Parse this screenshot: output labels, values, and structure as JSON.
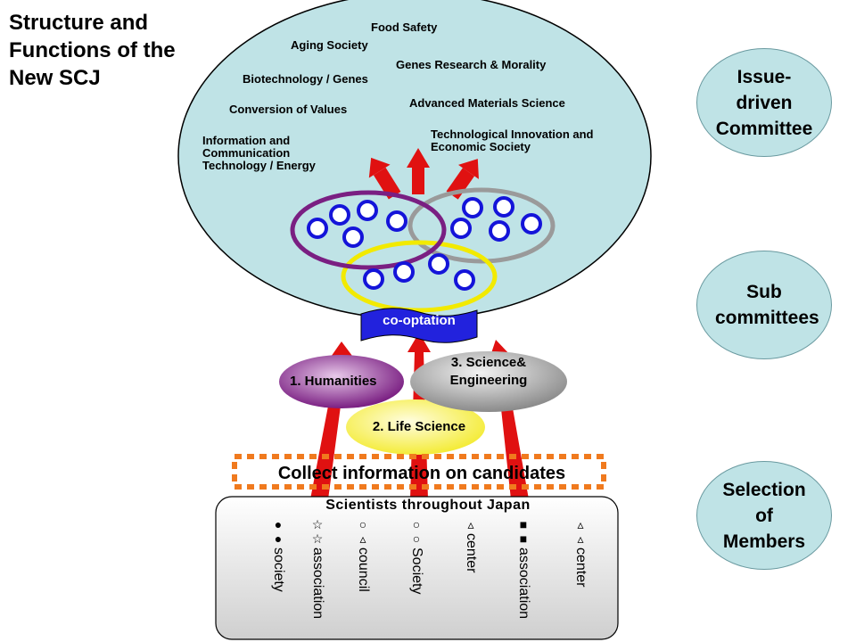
{
  "title": "Structure and Functions of the New SCJ",
  "topics": [
    "Food Safety",
    "Aging Society",
    "Genes Research & Morality",
    "Biotechnology / Genes",
    "Advanced Materials Science",
    "Conversion of Values",
    "Technological Innovation and Economic Society",
    "Information and Communication Technology / Energy"
  ],
  "side_labels": {
    "issue_driven": "Issue-driven Committee",
    "sub": "Sub committees",
    "selection": "Selection of Members"
  },
  "cooptation": "co-optation",
  "divisions": {
    "humanities": "1. Humanities",
    "life": "2. Life Science",
    "science": "3. Science& Engineering"
  },
  "collect_info": "Collect information on candidates",
  "scientists_title": "Scientists throughout Japan",
  "scientist_columns": [
    {
      "symbols": [
        "●",
        "●"
      ],
      "label": "society"
    },
    {
      "symbols": [
        "☆",
        "☆"
      ],
      "label": "association"
    },
    {
      "symbols": [
        "○",
        "▵"
      ],
      "label": "council"
    },
    {
      "symbols": [
        "○",
        "○"
      ],
      "label": "Society"
    },
    {
      "symbols": [
        "▵"
      ],
      "label": "center"
    },
    {
      "symbols": [
        "■",
        "■"
      ],
      "label": "association"
    },
    {
      "symbols": [
        "▵",
        "▵"
      ],
      "label": "center"
    }
  ],
  "colors": {
    "big_ellipse": "#bfe3e6",
    "side_circle": "#bfe3e6",
    "purple_ring": "#7a1f82",
    "gray_ring": "#9a9a9a",
    "yellow_ring": "#f2ea00",
    "member_circle": "#1414d9",
    "arrow_red": "#e01111",
    "cooptation_banner": "#2222dd",
    "dashed_box": "#f07a1e"
  }
}
